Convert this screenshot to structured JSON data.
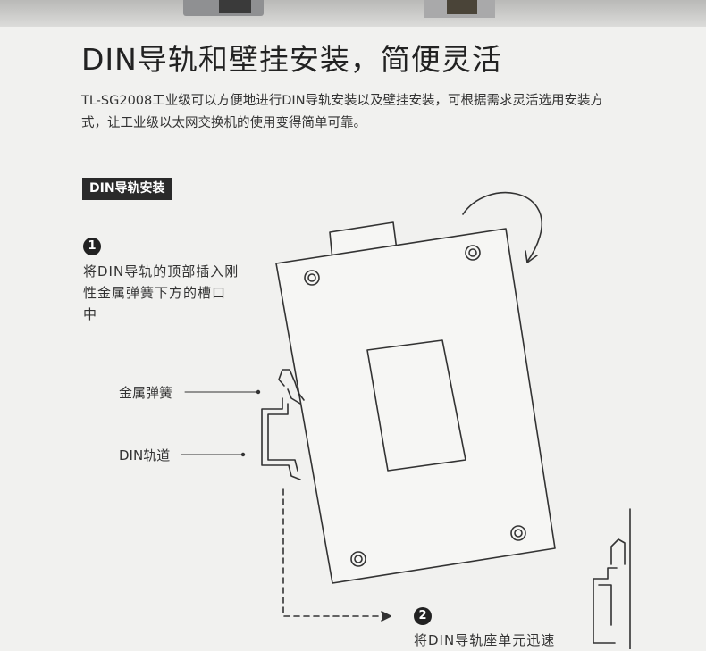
{
  "section": {
    "title": "DIN导轨和壁挂安装，简便灵活",
    "description": "TL-SG2008工业级可以方便地进行DIN导轨安装以及壁挂安装，可根据需求灵活选用安装方式，让工业级以太网交换机的使用变得简单可靠。"
  },
  "din_section": {
    "tag": "DIN导轨安装",
    "steps": [
      {
        "number": "1",
        "text": "将DIN导轨的顶部插入刚性金属弹簧下方的槽口中"
      },
      {
        "number": "2",
        "text": "将DIN导轨座单元迅速"
      }
    ],
    "labels": {
      "spring": "金属弹簧",
      "rail": "DIN轨道"
    }
  },
  "colors": {
    "background": "#f1f1ef",
    "ink": "#222222",
    "tag_bg": "#2a2a2a"
  }
}
